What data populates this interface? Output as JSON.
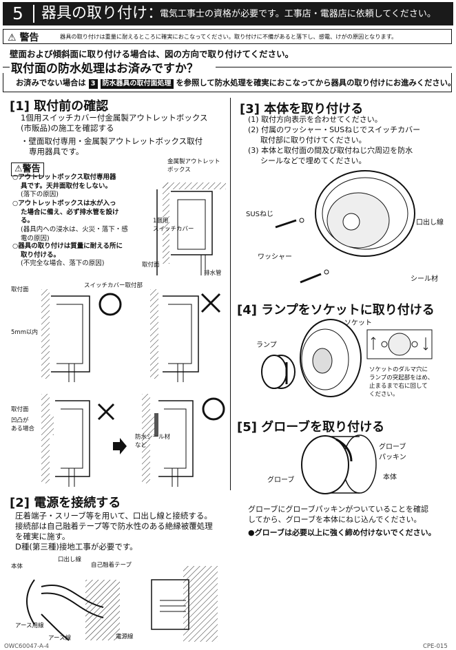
{
  "header": {
    "number": "5",
    "title": "器具の取り付け：",
    "subtitle": "電気工事士の資格が必要です。工事店・電器店に依頼してください。"
  },
  "warning_banner": {
    "label": "警告",
    "text": "器具の取り付けは重量に耐えるところに確実におこなってください。取り付けに不備があると落下し、感電、けがの原因となります。"
  },
  "mount_direction_note": "壁面および傾斜面に取り付ける場合は、図の方向で取り付けてください。",
  "waterproof": {
    "question": "取付面の防水処理はお済みですか？",
    "text_before": "お済みでない場合は",
    "ref_number": "3",
    "ref_title": "防水器具の取付面処理",
    "text_after": "を参照して防水処理を確実におこなってから器具の取り付けにお進みください。"
  },
  "step1": {
    "heading": "[1] 取付前の確認",
    "lines": [
      "1個用スイッチカバー付金属製アウトレットボックス",
      "(市販品)の施工を確認する"
    ],
    "bullet_lines": [
      "・壁面取付専用・金属製アウトレットボックス取付",
      "専用器具です。"
    ],
    "warning_label": "警告",
    "warnings": [
      {
        "bold": [
          "○アウトレットボックス取付専用器",
          "具です。天井面取付をしない。"
        ],
        "note": [
          "(落下の原因)"
        ]
      },
      {
        "bold": [
          "○アウトレットボックスは水が入っ",
          "た場合に備え、必ず排水管を設け",
          "る。"
        ],
        "note": [
          "(器具内への浸水は、火災・落下・感",
          "電の原因)"
        ]
      },
      {
        "bold": [
          "○器具の取り付けは質量に耐える所に",
          "取り付ける。"
        ],
        "note": [
          "(不完全な場合、落下の原因)"
        ]
      }
    ],
    "diagram_labels": {
      "metal_box": [
        "金属製アウトレット",
        "ボックス"
      ],
      "switch_cover": [
        "1個用",
        "スイッチカバー"
      ],
      "mount_surface": "取付面",
      "drain": "排水管"
    },
    "fig_labels": {
      "mount_surface": "取付面",
      "switch_cover_part": "スイッチカバー取付部",
      "within_5mm": "5mm以内",
      "mount_surface2": "取付面",
      "uneven": [
        "凹凸が",
        "ある場合"
      ],
      "sealant": [
        "防水シール材",
        "など"
      ]
    }
  },
  "step2": {
    "heading": "[2] 電源を接続する",
    "lines": [
      "圧着端子・スリーブ等を用いて、口出し線と接続する。",
      "接続部は自己融着テープ等で防水性のある絶縁被覆処理",
      "を確実に施す。",
      "D種(第三種)接地工事が必要です。"
    ],
    "labels": {
      "body": "本体",
      "lead": "口出し線",
      "tape": "自己融着テープ",
      "earth_lead": "アース用線",
      "earth": "アース線",
      "power": "電源線"
    }
  },
  "step3": {
    "heading": "[3] 本体を取り付ける",
    "lines": [
      "(1) 取付方向表示を合わせてください。",
      "(2) 付属のワッシャー・SUSねじでスイッチカバー",
      "取付部に取り付けてください。",
      "(3) 本体と取付面の間及び取付ねじ穴周辺を防水",
      "シールなどで埋めてください。"
    ],
    "labels": {
      "screw": "SUSねじ",
      "lead": "口出し線",
      "washer": "ワッシャー",
      "seal": "シール材"
    }
  },
  "step4": {
    "heading": "[4] ランプをソケットに取り付ける",
    "labels": {
      "socket": "ソケット",
      "lamp": "ランプ"
    },
    "note": [
      "ソケットのダルマ穴に",
      "ランプの突起部をはめ、",
      "止まるまで右に回して",
      "ください。"
    ]
  },
  "step5": {
    "heading": "[5] グローブを取り付ける",
    "labels": {
      "packing": [
        "グローブ",
        "パッキン"
      ],
      "body": "本体",
      "globe": "グローブ"
    },
    "lines": [
      "グローブにグローブパッキンがついていることを確認",
      "してから、グローブを本体にねじ込んでください。"
    ],
    "caution": "●グローブは必要以上に強く締め付けないでください。"
  },
  "footer": {
    "left": "OWC60047-A-4",
    "right": "CPE-015"
  }
}
